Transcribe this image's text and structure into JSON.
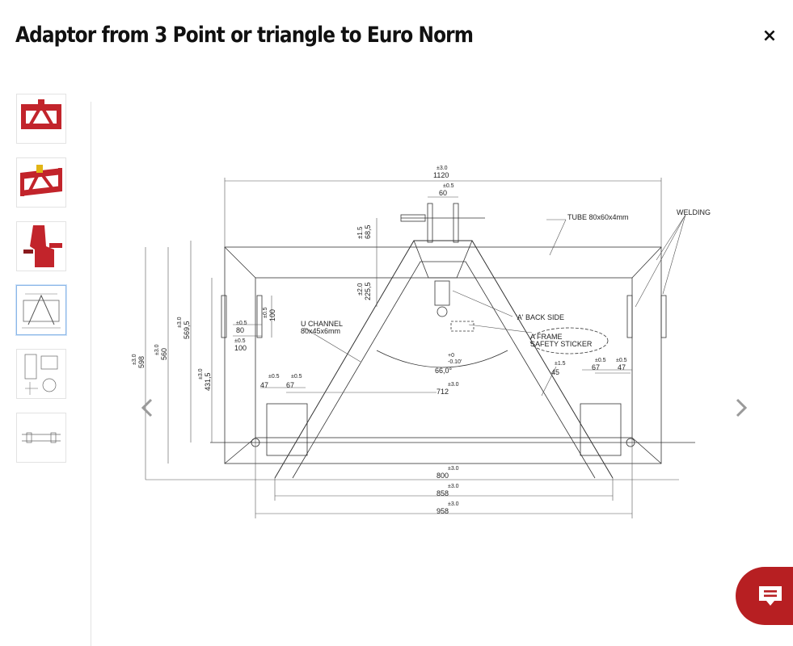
{
  "header": {
    "title": "Adaptor from 3 Point or triangle to Euro Norm",
    "close_symbol": "×"
  },
  "thumbnails": [
    {
      "icon": "red-frame-front-thumbnail"
    },
    {
      "icon": "red-frame-angle-thumbnail"
    },
    {
      "icon": "red-frame-side-thumbnail"
    },
    {
      "icon": "technical-drawing-thumbnail",
      "active": true
    },
    {
      "icon": "drawing-detail-thumbnail"
    },
    {
      "icon": "drawing-side-thumbnail"
    }
  ],
  "drawing": {
    "labels": {
      "tube": "TUBE 80x60x4mm",
      "welding": "WELDING",
      "u_channel_1": "U CHANNEL",
      "u_channel_2": "80x45x6mm",
      "back_side": "'A' BACK SIDE",
      "sticker_1": "A FRAME",
      "sticker_2": "SAFETY STICKER"
    },
    "dimensions": {
      "top_width": "1120",
      "top_width_tol": "±3.0",
      "pin_width": "60",
      "pin_width_tol": "±0.5",
      "d68_5": "68,5",
      "d68_5_tol": "±1.5",
      "d225_5": "225,5",
      "d225_5_tol": "±2.0",
      "d100": "100",
      "d100_tol": "±0.5",
      "d80": "80",
      "d80_tol": "±0.5",
      "d100b": "100",
      "d100b_tol": "±0.5",
      "d598": "598",
      "d598_tol": "±3.0",
      "d560": "560",
      "d560_tol": "±3.0",
      "d569_5": "569,5",
      "d569_5_tol": "±3.0",
      "d431_5": "431,5",
      "d431_5_tol": "±3.0",
      "angle": "66,0°",
      "angle_tol_plus": "+0",
      "angle_tol_minus": "-0.10'",
      "d45": "45",
      "d45_tol": "±1.5",
      "d67_right": "67",
      "d67_right_tol": "±0.5",
      "d47_right": "47",
      "d47_right_tol": "±0.5",
      "d47_left": "47",
      "d47_left_tol": "±0.5",
      "d67_left": "67",
      "d67_left_tol": "±0.5",
      "d712": "712",
      "d712_tol": "±3.0",
      "d800": "800",
      "d800_tol": "±3.0",
      "d858": "858",
      "d858_tol": "±3.0",
      "d958": "958",
      "d958_tol": "±3.0"
    }
  },
  "navigation": {
    "prev_icon": "chevron-left-icon",
    "next_icon": "chevron-right-icon"
  },
  "chat": {
    "icon": "chat-bubble-icon",
    "color": "#b71f22"
  }
}
